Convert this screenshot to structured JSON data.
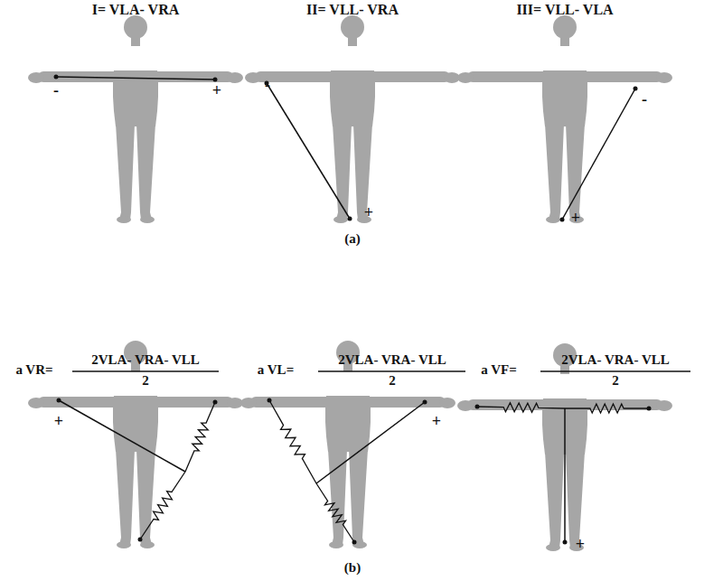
{
  "diagram": {
    "labels": [
      "I= VLA- VRA",
      "II= VLL- VRA",
      "III= VLL- VLA",
      "-",
      "+",
      "-",
      "+",
      "-",
      "+",
      "(a)",
      "a VR=",
      "2VLA- VRA- VLL",
      "2",
      "a VL=",
      "2VLA- VRA- VLL",
      "2",
      "a VF=",
      "2VLA- VRA- VLL",
      "2",
      "+",
      "+",
      "+",
      "(b)"
    ]
  }
}
